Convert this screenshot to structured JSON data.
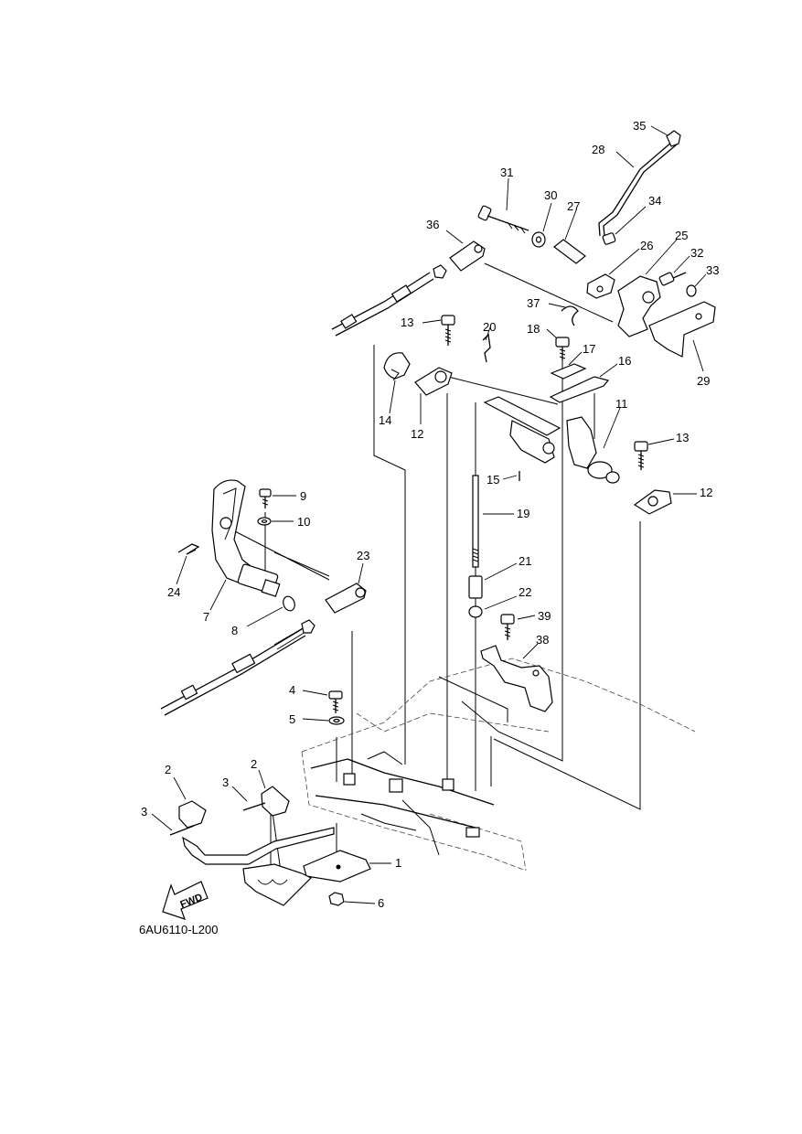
{
  "diagram_code": "6AU6110-L200",
  "fwd_label": "FWD",
  "callouts": {
    "c1": "1",
    "c2a": "2",
    "c2b": "2",
    "c3a": "3",
    "c3b": "3",
    "c4": "4",
    "c5": "5",
    "c6": "6",
    "c7": "7",
    "c8": "8",
    "c9": "9",
    "c10": "10",
    "c11": "11",
    "c12a": "12",
    "c12b": "12",
    "c13a": "13",
    "c13b": "13",
    "c14": "14",
    "c15": "15",
    "c16": "16",
    "c17": "17",
    "c18": "18",
    "c19": "19",
    "c20": "20",
    "c21": "21",
    "c22": "22",
    "c23": "23",
    "c24": "24",
    "c25": "25",
    "c26": "26",
    "c27": "27",
    "c28": "28",
    "c29": "29",
    "c30": "30",
    "c31": "31",
    "c32": "32",
    "c33": "33",
    "c34": "34",
    "c35": "35",
    "c36": "36",
    "c37": "37",
    "c38": "38",
    "c39": "39"
  }
}
